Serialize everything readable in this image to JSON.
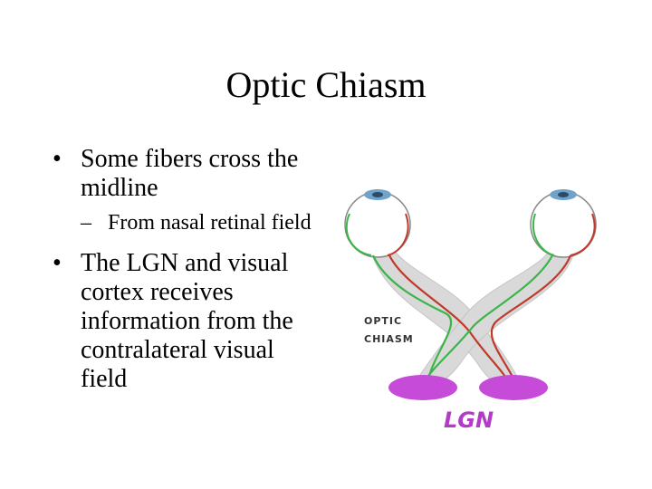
{
  "slide": {
    "title": "Optic Chiasm",
    "bullets": [
      {
        "marker": "•",
        "text": "Some fibers cross the midline",
        "sub": {
          "marker": "–",
          "text": "From nasal retinal field"
        }
      },
      {
        "marker": "•",
        "text": "The LGN and visual cortex receives information from the contralateral visual field"
      }
    ]
  },
  "diagram": {
    "label_line1": "OPTIC",
    "label_line2": "CHIASM",
    "lgn_label": "LGN",
    "colors": {
      "tract": "#d9d9d9",
      "red_fiber": "#c0392b",
      "green_fiber": "#3bb54a",
      "eye_outline": "#888888",
      "lens": "#6fa3c8",
      "lgn": "#c54bd8",
      "lgn_text": "#b23cc7"
    }
  }
}
